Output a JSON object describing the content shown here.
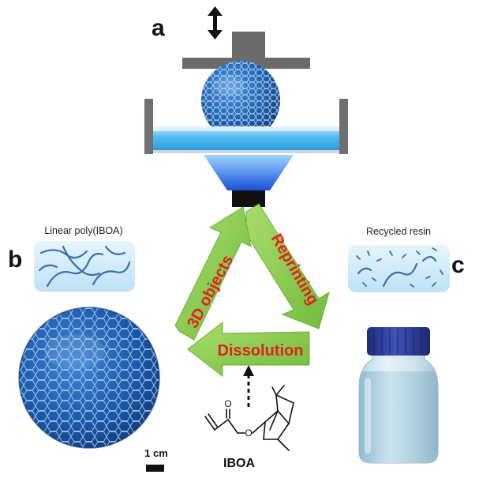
{
  "panels": {
    "a": "a",
    "b": "b",
    "c": "c"
  },
  "labels": {
    "linear_polymer": "Linear poly(IBOA)",
    "recycled_resin": "Recycled resin",
    "cycle_3d_objects": "3D objects",
    "cycle_reprinting": "Reprinting",
    "cycle_dissolution": "Dissolution",
    "monomer_name": "IBOA",
    "monomer_carbonyl_o": "O",
    "monomer_ester_o": "O",
    "scale_bar": "1 cm"
  },
  "colors": {
    "arrow_green": "#8fcf55",
    "label_red": "#e0221b",
    "resin_blue": "#49b3ea",
    "lattice_blue": "#1d5fa6",
    "bottle_cap": "#2e3e97",
    "stage_gray": "#6e6e6e",
    "chip_bg": "#d5eefa"
  },
  "icons": {
    "stage_arrow": "double-vertical-arrow",
    "dashed_arrow": "dashed-up-arrow"
  }
}
